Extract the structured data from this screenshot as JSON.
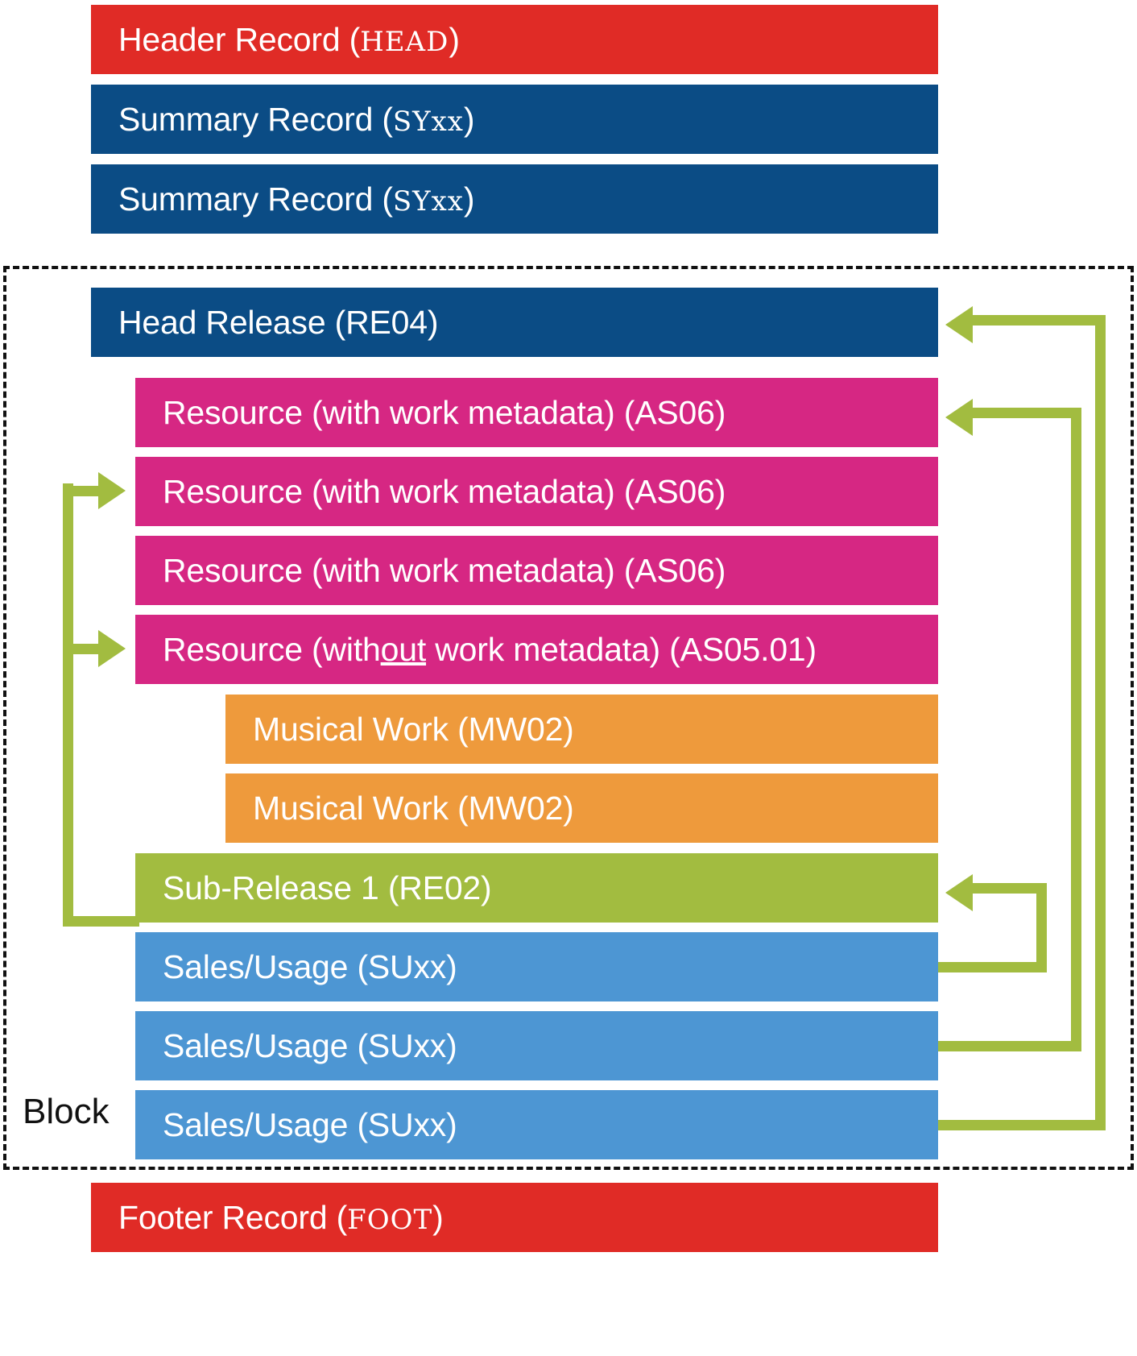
{
  "diagram": {
    "title": "DDEX message structure block diagram",
    "block_label": "Block",
    "colors": {
      "red": "#E02B26",
      "navy": "#0B4C85",
      "magenta": "#D62783",
      "orange": "#EE9A3C",
      "olive": "#A2BC40",
      "blue": "#4D96D3",
      "dashed_border": "#111111",
      "bar_text": "#FFFFFF"
    },
    "records": [
      {
        "id": "head",
        "text_main": "Header Record (",
        "text_code": "HEAD",
        "text_tail": ")",
        "color_key": "red",
        "zone": "outside-top",
        "indent": 0
      },
      {
        "id": "sy1",
        "text_main": "Summary Record (",
        "text_code": "SYxx",
        "text_tail": ")",
        "color_key": "navy",
        "zone": "outside-top",
        "indent": 0
      },
      {
        "id": "sy2",
        "text_main": "Summary Record (",
        "text_code": "SYxx",
        "text_tail": ")",
        "color_key": "navy",
        "zone": "outside-top",
        "indent": 0
      },
      {
        "id": "re04",
        "text_main": "Head Release (RE04)",
        "text_code": "",
        "text_tail": "",
        "color_key": "navy",
        "zone": "block",
        "indent": 0
      },
      {
        "id": "as06_1",
        "text_main": "Resource (with work metadata) (AS06)",
        "text_code": "",
        "text_tail": "",
        "color_key": "magenta",
        "zone": "block",
        "indent": 1
      },
      {
        "id": "as06_2",
        "text_main": "Resource (with work metadata) (AS06)",
        "text_code": "",
        "text_tail": "",
        "color_key": "magenta",
        "zone": "block",
        "indent": 1
      },
      {
        "id": "as06_3",
        "text_main": "Resource (with work metadata) (AS06)",
        "text_code": "",
        "text_tail": "",
        "color_key": "magenta",
        "zone": "block",
        "indent": 1
      },
      {
        "id": "as05",
        "text_main": "Resource (without work metadata) (AS05.01)",
        "underline_part": "out",
        "text_code": "",
        "text_tail": "",
        "color_key": "magenta",
        "zone": "block",
        "indent": 1
      },
      {
        "id": "mw02_1",
        "text_main": "Musical Work (MW02)",
        "text_code": "",
        "text_tail": "",
        "color_key": "orange",
        "zone": "block",
        "indent": 2
      },
      {
        "id": "mw02_2",
        "text_main": "Musical Work (MW02)",
        "text_code": "",
        "text_tail": "",
        "color_key": "orange",
        "zone": "block",
        "indent": 2
      },
      {
        "id": "re02",
        "text_main": "Sub-Release 1 (RE02)",
        "text_code": "",
        "text_tail": "",
        "color_key": "olive",
        "zone": "block",
        "indent": 1
      },
      {
        "id": "suxx_1",
        "text_main": "Sales/Usage (SUxx)",
        "text_code": "",
        "text_tail": "",
        "color_key": "blue",
        "zone": "block",
        "indent": 1
      },
      {
        "id": "suxx_2",
        "text_main": "Sales/Usage (SUxx)",
        "text_code": "",
        "text_tail": "",
        "color_key": "blue",
        "zone": "block",
        "indent": 1
      },
      {
        "id": "suxx_3",
        "text_main": "Sales/Usage (SUxx)",
        "text_code": "",
        "text_tail": "",
        "color_key": "blue",
        "zone": "block",
        "indent": 1
      },
      {
        "id": "foot",
        "text_main": "Footer Record (",
        "text_code": "FOOT",
        "text_tail": ")",
        "color_key": "red",
        "zone": "outside-bottom",
        "indent": 0
      }
    ],
    "connections": [
      {
        "from": "suxx_3",
        "to": "re04",
        "routing": "right-outer"
      },
      {
        "from": "suxx_2",
        "to": "as06_1",
        "routing": "right-inner"
      },
      {
        "from": "suxx_1",
        "to": "re02",
        "routing": "right-short"
      },
      {
        "from": "re02",
        "to": "as06_2",
        "routing": "left-trunk"
      },
      {
        "from": "re02",
        "to": "as05",
        "routing": "left-trunk"
      }
    ]
  }
}
